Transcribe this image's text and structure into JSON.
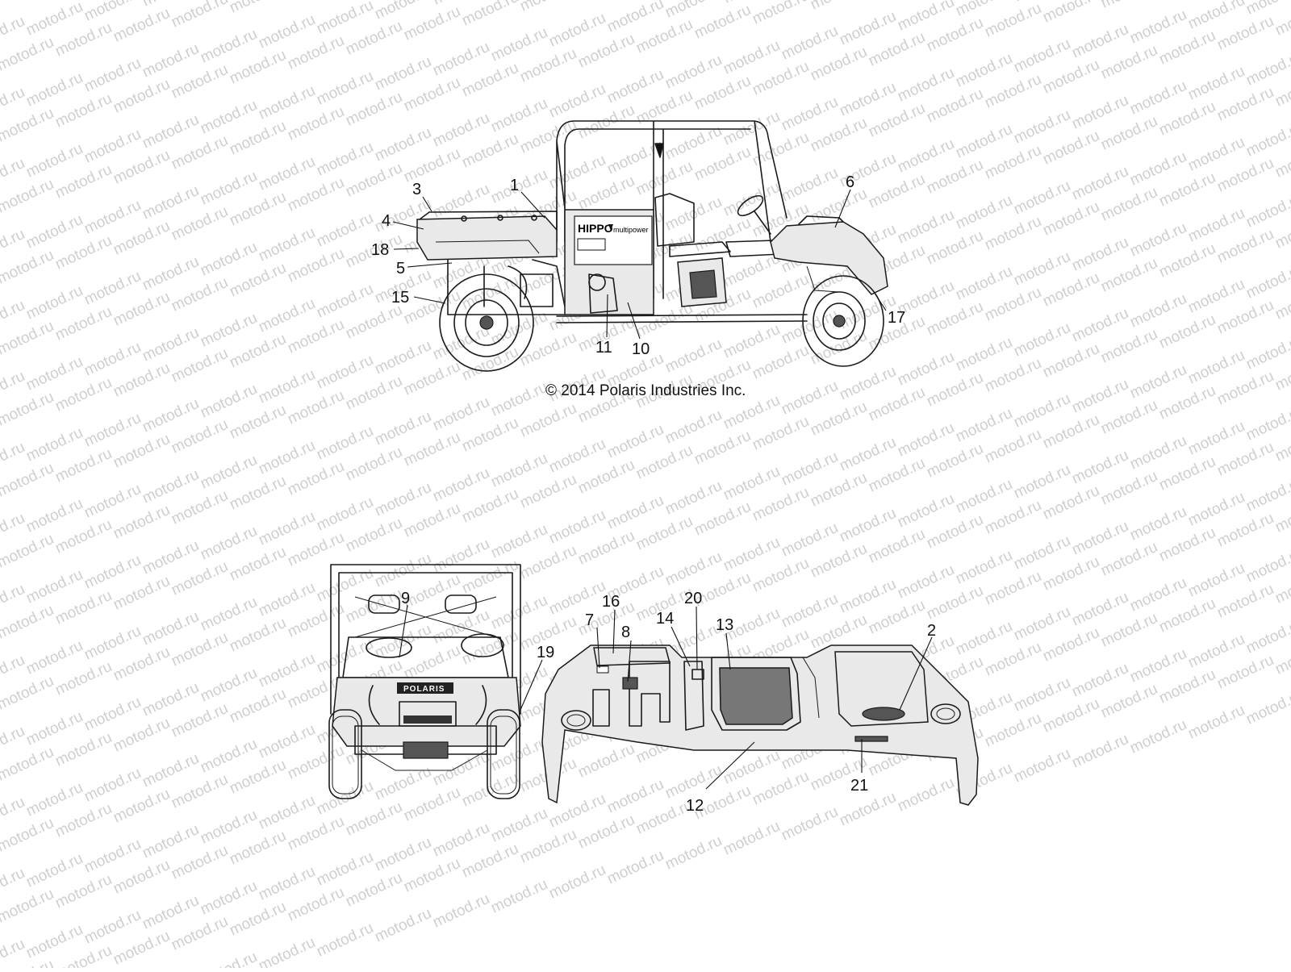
{
  "watermark": "motod.ru",
  "copyright": "© 2014 Polaris Industries Inc.",
  "decal_texts": {
    "hippo": "HIPPO",
    "multipower": "multipower",
    "brand": "POLARIS"
  },
  "callouts": {
    "c1": "1",
    "c2": "2",
    "c3": "3",
    "c4": "4",
    "c5": "5",
    "c6": "6",
    "c7": "7",
    "c8": "8",
    "c9": "9",
    "c10": "10",
    "c11": "11",
    "c12": "12",
    "c13": "13",
    "c14": "14",
    "c15": "15",
    "c16": "16",
    "c17": "17",
    "c18": "18",
    "c19": "19",
    "c20": "20",
    "c21": "21"
  }
}
